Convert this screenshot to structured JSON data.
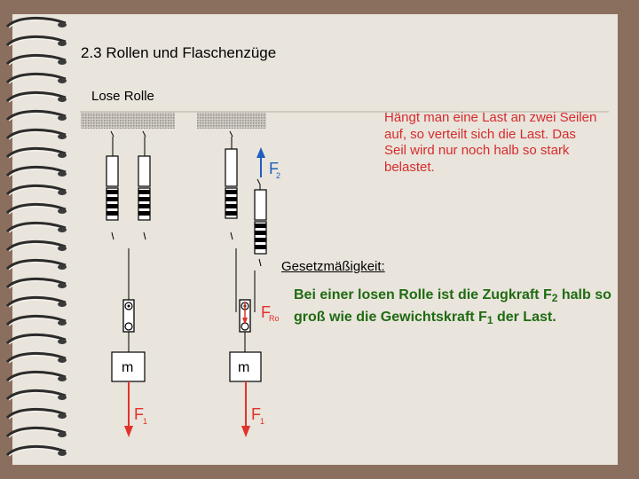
{
  "slide": {
    "title": "2.3 Rollen und Flaschenzüge",
    "subtitle": "Lose Rolle",
    "note": "Hängt man eine Last an zwei Seilen auf, so verteilt sich die Last. Das Seil wird nur noch halb so stark belastet.",
    "law_heading": "Gesetzmäßigkeit:",
    "law_part1": "Bei einer losen Rolle ist die Zugkraft F",
    "law_sub1": "2",
    "law_part2": " halb so groß wie die Gewichtskraft F",
    "law_sub2": "1",
    "law_part3": " der Last."
  },
  "diagram": {
    "mass_label_left": "m",
    "mass_label_right": "m",
    "force_f1_left": "F",
    "force_f1_left_sub": "1",
    "force_f1_right": "F",
    "force_f1_right_sub": "1",
    "force_f2": "F",
    "force_f2_sub": "2",
    "force_fro": "F",
    "force_fro_sub": "Ro"
  },
  "colors": {
    "background": "#8b6f5e",
    "paper": "#e9e4dc",
    "note_text": "#d62c2c",
    "law_text": "#1f6b12",
    "force_red": "#e0332b",
    "force_blue": "#1f5fbf"
  }
}
